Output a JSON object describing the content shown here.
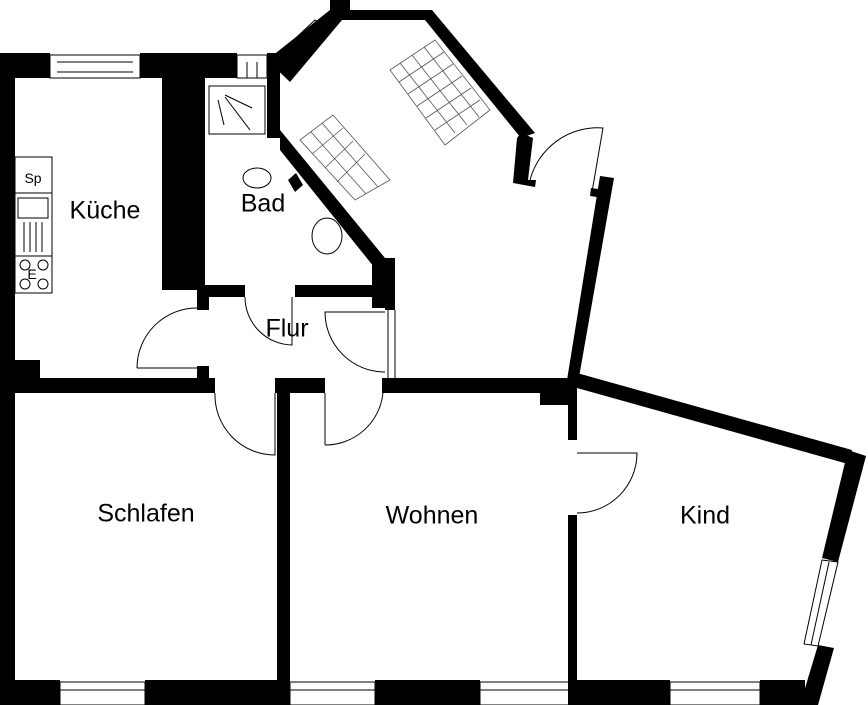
{
  "title": "Floor plan",
  "rooms": {
    "kueche": "Küche",
    "bad": "Bad",
    "flur": "Flur",
    "schlafen": "Schlafen",
    "wohnen": "Wohnen",
    "kind": "Kind"
  },
  "fixtures": {
    "dishwasher": "Sp",
    "stove": "E"
  },
  "colors": {
    "wall": "#000000",
    "background": "#ffffff"
  }
}
